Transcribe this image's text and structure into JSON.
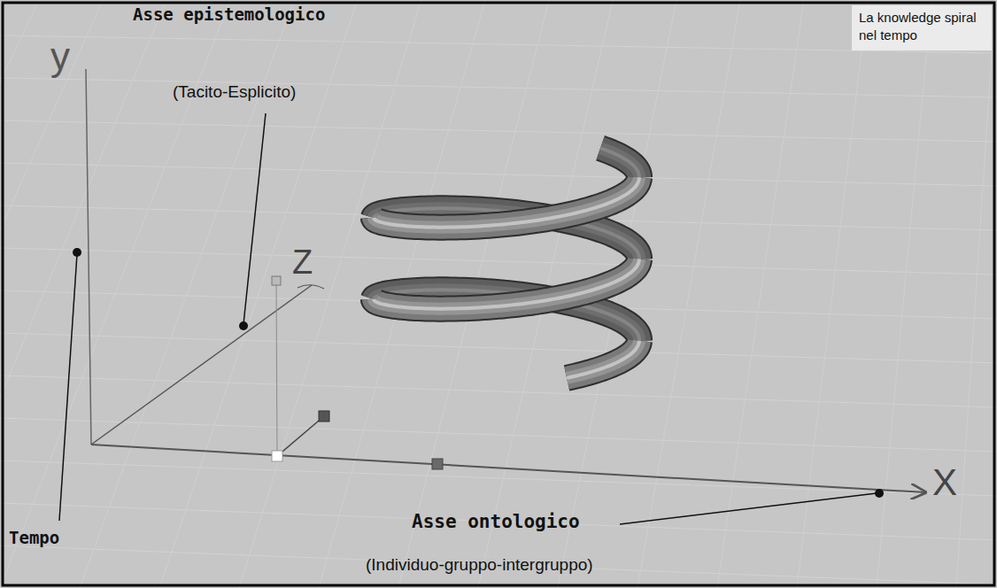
{
  "diagram": {
    "nodes": [
      {
        "text": [
          "La knowledge spiral nel tempo"
        ]
      }
    ],
    "labels": [
      "y",
      "Asse epistemologico",
      "(Tacito-Esplicito)",
      "Z",
      "Tempo",
      "Asse ontologico",
      "(Individuo-gruppo-intergruppo)",
      "X"
    ]
  }
}
